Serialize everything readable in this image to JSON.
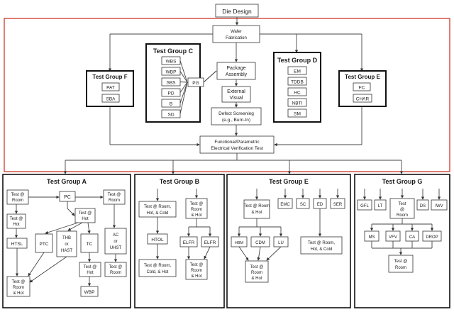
{
  "flow": {
    "die_design": "Die Design",
    "wafer_fab": [
      "Wafer",
      "Fabrication"
    ],
    "package_assembly": [
      "Package",
      "Assembly"
    ],
    "external_visual": [
      "External",
      "Visual"
    ],
    "defect_screening": [
      "Defect Screening",
      "(e.g., Burn-In)"
    ],
    "functional_test": [
      "Functional/Parametric",
      "Electrical Verification Test"
    ]
  },
  "group_c": {
    "title": "Test Group C",
    "items": [
      "WBS",
      "WBP",
      "SBS",
      "PD",
      "B",
      "SD"
    ],
    "side": "PG"
  },
  "group_d": {
    "title": "Test Group D",
    "items": [
      "EM",
      "TDDB",
      "HC",
      "NBTI",
      "SM"
    ]
  },
  "group_f": {
    "title": "Test Group F",
    "items": [
      "PAT",
      "SBA"
    ]
  },
  "group_e_top": {
    "title": "Test Group E",
    "items": [
      "FC",
      "CHAR"
    ]
  },
  "group_a": {
    "title": "Test Group A",
    "test_room": [
      "Test @",
      "Room"
    ],
    "pc": "PC",
    "test_room2": [
      "Test @",
      "Room"
    ],
    "test_hot": [
      "Test @",
      "Hot"
    ],
    "test_hot2": [
      "Test @",
      "Hot"
    ],
    "htsl": "HTSL",
    "ptc": "PTC",
    "thb": [
      "THB",
      "or",
      "HAST"
    ],
    "tc": "TC",
    "ac": [
      "AC",
      "or",
      "UHST"
    ],
    "test_room3": [
      "Test @",
      "Room"
    ],
    "test_room_hot": [
      "Test @",
      "Room",
      "& Hot"
    ],
    "wbp": "WBP"
  },
  "group_b": {
    "title": "Test Group B",
    "room_hot_cold": [
      "Test @ Room,",
      "Hot, & Cold"
    ],
    "room_hot": [
      "Test @",
      "Room",
      "& Hot"
    ],
    "htol": "HTOL",
    "elfr1": "ELFR",
    "elfr2": "ELFR",
    "room_cold_hot": [
      "Test @ Room,",
      "Cold, & Hot"
    ],
    "room_hot2": [
      "Test @",
      "Room",
      "& Hot"
    ]
  },
  "group_e": {
    "title": "Test Group E",
    "room_hot": [
      "Test @ Room",
      "& Hot"
    ],
    "emc": "EMC",
    "sc": "SC",
    "ed": "ED",
    "ser": "SER",
    "hbm": "HBM",
    "cdm": "CDM",
    "lu": "LU",
    "room_hot_cold": [
      "Test @ Room,",
      "Hot, & Cold"
    ],
    "room_hot2": [
      "Test @",
      "Room",
      "& Hot"
    ]
  },
  "group_g": {
    "title": "Test Group G",
    "gfl": "GFL",
    "lt": "LT",
    "test_room": [
      "Test",
      "@",
      "Room"
    ],
    "ds": "DS",
    "iwv": "IWV",
    "ms": "MS",
    "vfv": "VFV",
    "ca": "CA",
    "drop": "DROP",
    "test_room2": [
      "Test @",
      "Room"
    ]
  }
}
